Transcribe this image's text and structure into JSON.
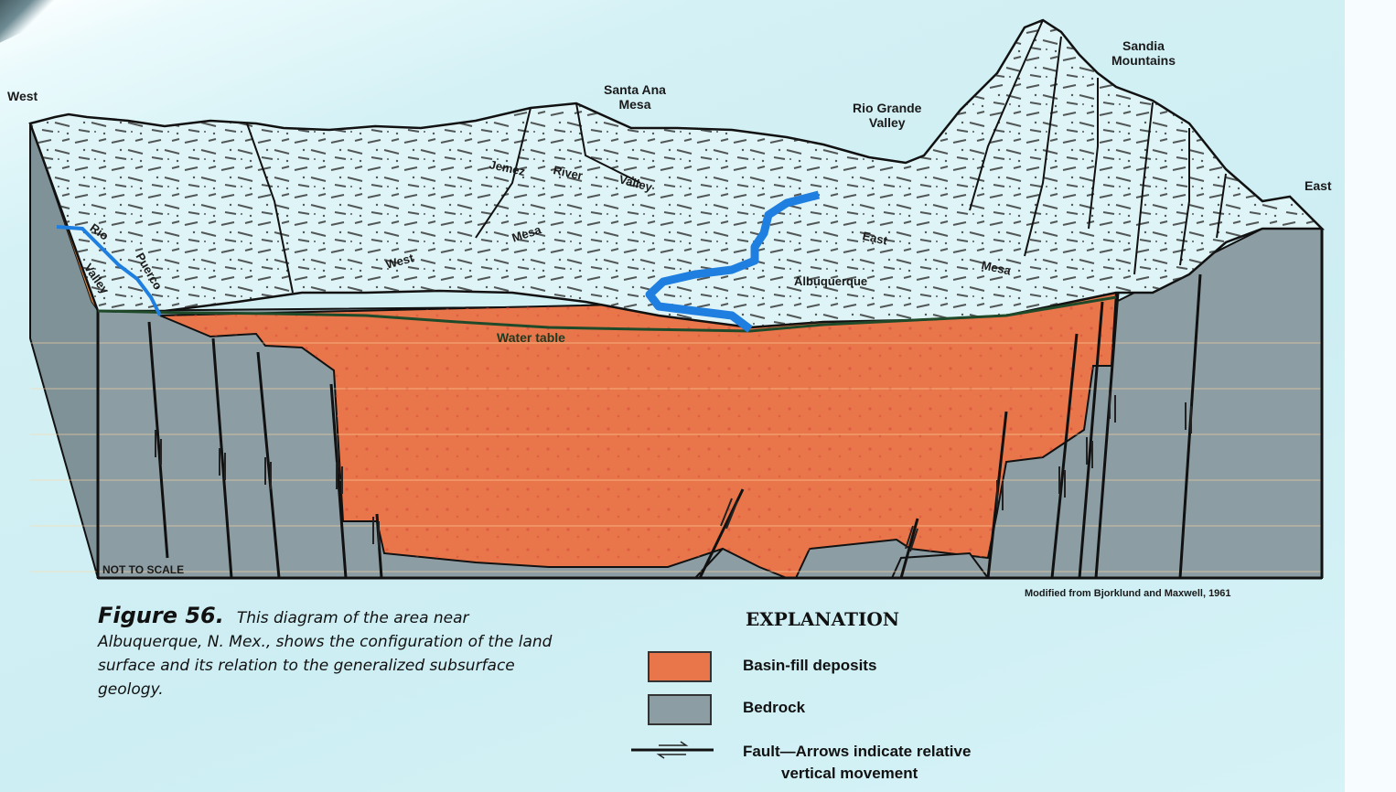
{
  "diagram": {
    "orientation": {
      "west": "West",
      "east": "East"
    },
    "landform_labels": {
      "santa_ana_mesa": [
        "Santa Ana",
        "Mesa"
      ],
      "rio_grande_valley": [
        "Rio Grande",
        "Valley"
      ],
      "sandia_mountains": [
        "Sandia",
        "Mountains"
      ],
      "rio_puerco_valley": [
        "Rio",
        "Puerco",
        "Valley"
      ],
      "jemez_river_valley": [
        "Jemez",
        "River",
        "Valley"
      ],
      "west_mesa": [
        "West",
        "Mesa"
      ],
      "east_mesa": [
        "East",
        "Mesa"
      ],
      "city": "Albuquerque"
    },
    "water_table_label": "Water table",
    "scale_note": "NOT TO SCALE",
    "credit": "Modified from Bjorklund and Maxwell, 1961",
    "colors": {
      "basin_fill": "#e8764a",
      "bedrock": "#8c9ea4",
      "river": "#1f7fe0",
      "water_table": "#1f4a2a",
      "land_surface": "#dff4f6",
      "background": "#cdeef3"
    }
  },
  "caption": {
    "figure_number": "Figure 56.",
    "text": "This diagram of the area near Albuquerque, N. Mex., shows the configuration of the land surface and its relation to the generalized subsurface geology."
  },
  "legend": {
    "title": "EXPLANATION",
    "items": [
      {
        "label": "Basin-fill deposits",
        "color": "#e8764a"
      },
      {
        "label": "Bedrock",
        "color": "#8c9ea4"
      }
    ],
    "fault": {
      "line1": "Fault—Arrows indicate relative",
      "line2": "vertical movement"
    }
  }
}
